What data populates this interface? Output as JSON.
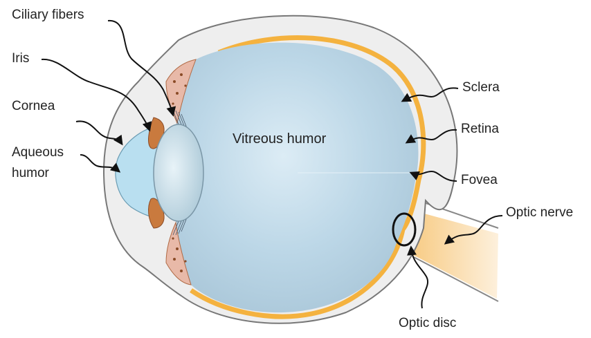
{
  "diagram": {
    "labels": {
      "ciliary_fibers": "Ciliary fibers",
      "iris": "Iris",
      "cornea": "Cornea",
      "aqueous_humor_line1": "Aqueous",
      "aqueous_humor_line2": "humor",
      "vitreous_humor": "Vitreous humor",
      "sclera": "Sclera",
      "retina": "Retina",
      "fovea": "Fovea",
      "optic_nerve": "Optic nerve",
      "optic_disc": "Optic disc"
    },
    "colors": {
      "sclera_fill": "#eeeeee",
      "sclera_stroke": "#777777",
      "vitreous": "#bcd9ea",
      "retina": "#f7c15c",
      "cornea": "#b9dff0",
      "iris": "#c97a3e",
      "optic_nerve": "#f9d79e",
      "arrow": "#111111"
    }
  }
}
